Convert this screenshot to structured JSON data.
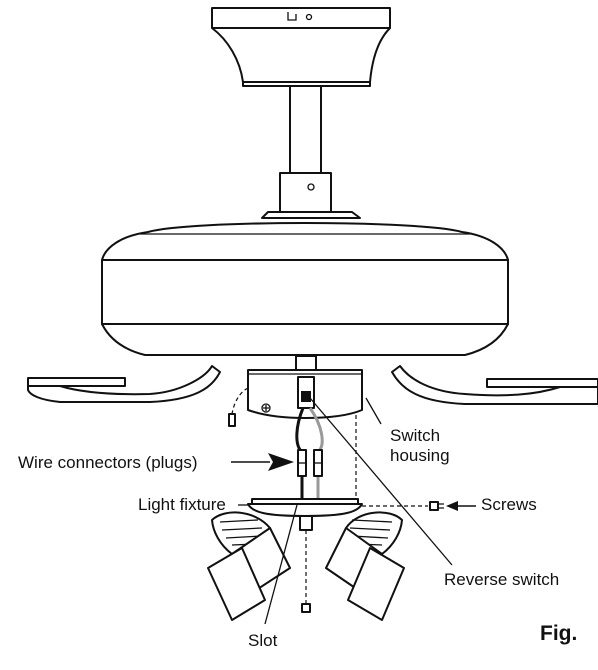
{
  "labels": {
    "wire_connectors": "Wire connectors (plugs)",
    "switch_housing_line1": "Switch",
    "switch_housing_line2": "housing",
    "light_fixture": "Light fixture",
    "screws": "Screws",
    "reverse_switch": "Reverse switch",
    "slot": "Slot",
    "figure": "Fig."
  }
}
